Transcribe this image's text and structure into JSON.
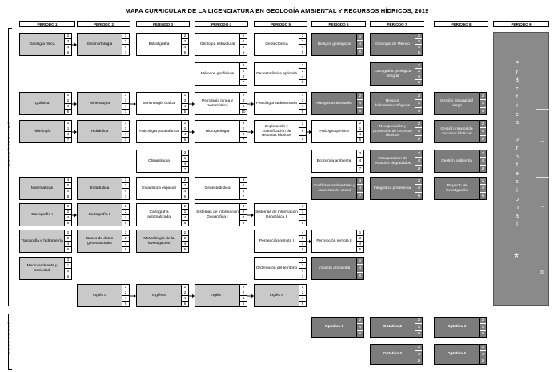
{
  "title": "MAPA CURRICULAR DE LA LICENCIATURA EN GEOLOGÍA AMBIENTAL Y RECURSOS HÍDRICOS, 2019",
  "periods": [
    "PERIODO 1",
    "PERIODO 2",
    "PERIODO 3",
    "PERIODO 4",
    "PERIODO 5",
    "PERIODO 6",
    "PERIODO 7",
    "PERIODO 8",
    "PERIODO 9"
  ],
  "side_labels": {
    "obligatorias": [
      "O",
      "B",
      "L",
      "I",
      "G",
      "A",
      "T",
      "O",
      "R",
      "I",
      "A",
      "S"
    ],
    "optativas": [
      "O",
      "P",
      "T",
      "A",
      "T",
      "I",
      "V",
      "A",
      "S"
    ]
  },
  "colors": {
    "light": "#c9c9c9",
    "dark": "#7c7c7c",
    "white": "#ffffff"
  },
  "courses": [
    {
      "p": 1,
      "r": 1,
      "name": "Geología física",
      "nums": [
        "2",
        "3",
        "4",
        "6"
      ],
      "style": "g"
    },
    {
      "p": 2,
      "r": 1,
      "name": "Geomorfología",
      "nums": [
        "3",
        "2",
        "4",
        "7"
      ],
      "style": "g"
    },
    {
      "p": 3,
      "r": 1,
      "name": "Estratigrafía",
      "nums": [
        "2",
        "2",
        "4",
        "6"
      ],
      "style": "w"
    },
    {
      "p": 4,
      "r": 1,
      "name": "Geología estructural",
      "nums": [
        "2",
        "2",
        "4",
        "6"
      ],
      "style": "w"
    },
    {
      "p": 5,
      "r": 1,
      "name": "Geotectónica",
      "nums": [
        "1",
        "3",
        "4",
        "5"
      ],
      "style": "w"
    },
    {
      "p": 6,
      "r": 1,
      "name": "Riesgos geológicos",
      "nums": [
        "2",
        "4",
        "6"
      ],
      "style": "d"
    },
    {
      "p": 7,
      "r": 1,
      "name": "Geología de México",
      "nums": [
        "1",
        "3",
        "4",
        "5"
      ],
      "style": "d"
    },
    {
      "p": 4,
      "r": 2,
      "name": "Métodos geofísicos",
      "nums": [
        "3",
        "1",
        "4",
        "7"
      ],
      "style": "w"
    },
    {
      "p": 5,
      "r": 2,
      "name": "Geoestadística aplicada",
      "nums": [
        "2",
        "2",
        "4",
        "5"
      ],
      "style": "w"
    },
    {
      "p": 7,
      "r": 2,
      "name": "Cartografía geológica integral",
      "nums": [
        "1",
        "3",
        "4",
        "5"
      ],
      "style": "d"
    },
    {
      "p": 1,
      "r": 3,
      "name": "Química",
      "nums": [
        "2",
        "2",
        "4",
        "6"
      ],
      "style": "g"
    },
    {
      "p": 2,
      "r": 3,
      "name": "Mineralogía",
      "nums": [
        "3",
        "1",
        "4",
        "7"
      ],
      "style": "g"
    },
    {
      "p": 3,
      "r": 3,
      "name": "Mineralogía óptica",
      "nums": [
        "1",
        "3",
        "4",
        "5"
      ],
      "style": "w"
    },
    {
      "p": 4,
      "r": 3,
      "name": "Petrología ígnea y metamórfica",
      "nums": [
        "2",
        "4",
        "6",
        "10"
      ],
      "style": "w"
    },
    {
      "p": 5,
      "r": 3,
      "name": "Petrología sedimentaria",
      "nums": [
        "1",
        "3",
        "4",
        "5"
      ],
      "style": "w"
    },
    {
      "p": 6,
      "r": 3,
      "name": "Riesgos ambientales",
      "nums": [
        "2",
        "4",
        "6"
      ],
      "style": "d"
    },
    {
      "p": 7,
      "r": 3,
      "name": "Riesgos hidrometeorológicos",
      "nums": [
        "2",
        "4",
        "6"
      ],
      "style": "d"
    },
    {
      "p": 8,
      "r": 3,
      "name": "Gestión integral del riesgo",
      "nums": [
        "2",
        "4",
        "6"
      ],
      "style": "d"
    },
    {
      "p": 1,
      "r": 4,
      "name": "Hidrología",
      "nums": [
        "3",
        "1",
        "4",
        "7"
      ],
      "style": "g"
    },
    {
      "p": 2,
      "r": 4,
      "name": "Hidráulica",
      "nums": [
        "3",
        "1",
        "4",
        "7"
      ],
      "style": "g"
    },
    {
      "p": 3,
      "r": 4,
      "name": "Hidrología paramétrica",
      "nums": [
        "2",
        "2",
        "4",
        "6"
      ],
      "style": "w"
    },
    {
      "p": 4,
      "r": 4,
      "name": "Hidrogeología",
      "nums": [
        "3",
        "2",
        "4",
        "7"
      ],
      "style": "w"
    },
    {
      "p": 5,
      "r": 4,
      "name": "Exploración y cuantificación de recursos hídricos",
      "nums": [
        "3",
        "6",
        "9"
      ],
      "style": "w"
    },
    {
      "p": 6,
      "r": 4,
      "name": "Hidrogeoquímica",
      "nums": [
        "2",
        "1",
        "4",
        "5"
      ],
      "style": "w"
    },
    {
      "p": 7,
      "r": 4,
      "name": "Recuperación y protección de recursos hídricos",
      "nums": [
        "2",
        "4",
        "6"
      ],
      "style": "d"
    },
    {
      "p": 8,
      "r": 4,
      "name": "Gestión integral de recursos hídricos",
      "nums": [
        "2",
        "4",
        "6"
      ],
      "style": "d"
    },
    {
      "p": 3,
      "r": 5,
      "name": "Climatología",
      "nums": [
        "3",
        "1",
        "4",
        "7"
      ],
      "style": "w"
    },
    {
      "p": 6,
      "r": 5,
      "name": "Economía ambiental",
      "nums": [
        "3",
        "4",
        "7"
      ],
      "style": "w"
    },
    {
      "p": 7,
      "r": 5,
      "name": "Recuperación de espacios degradados",
      "nums": [
        "2",
        "4",
        "6"
      ],
      "style": "d"
    },
    {
      "p": 8,
      "r": 5,
      "name": "Gestión ambiental",
      "nums": [
        "2",
        "4",
        "6"
      ],
      "style": "d"
    },
    {
      "p": 1,
      "r": 6,
      "name": "Matemáticas",
      "nums": [
        "4",
        "0",
        "4",
        "8"
      ],
      "style": "g"
    },
    {
      "p": 2,
      "r": 6,
      "name": "Estadística",
      "nums": [
        "3",
        "1",
        "4",
        "7"
      ],
      "style": "g"
    },
    {
      "p": 3,
      "r": 6,
      "name": "Estadística espacial",
      "nums": [
        "2",
        "2",
        "4",
        "6"
      ],
      "style": "w"
    },
    {
      "p": 4,
      "r": 6,
      "name": "Geoestadística",
      "nums": [
        "3",
        "2",
        "4",
        "7"
      ],
      "style": "w"
    },
    {
      "p": 6,
      "r": 6,
      "name": "Conflictos ambientales y concertación social",
      "nums": [
        "3",
        "4",
        "7"
      ],
      "style": "d"
    },
    {
      "p": 7,
      "r": 6,
      "name": "Integrativa profesional",
      "nums": [
        "2",
        "4",
        "6"
      ],
      "style": "d"
    },
    {
      "p": 8,
      "r": 6,
      "name": "Proyecto de investigación",
      "nums": [
        "1",
        "4",
        "6"
      ],
      "style": "d"
    },
    {
      "p": 1,
      "r": 7,
      "name": "Cartografía I",
      "nums": [
        "2",
        "2",
        "4",
        "6"
      ],
      "style": "g"
    },
    {
      "p": 2,
      "r": 7,
      "name": "Cartografía II",
      "nums": [
        "2",
        "2",
        "4",
        "6"
      ],
      "style": "g"
    },
    {
      "p": 3,
      "r": 7,
      "name": "Cartografía automatizada",
      "nums": [
        "2",
        "2",
        "4",
        "6"
      ],
      "style": "w"
    },
    {
      "p": 4,
      "r": 7,
      "name": "Sistemas de Información Geográfica I",
      "nums": [
        "4",
        "0",
        "4",
        "8"
      ],
      "style": "w"
    },
    {
      "p": 5,
      "r": 7,
      "name": "Sistemas de Información Geográfica II",
      "nums": [
        "1",
        "3",
        "4",
        "5"
      ],
      "style": "w"
    },
    {
      "p": 1,
      "r": 8,
      "name": "Topografía e hidrometría",
      "nums": [
        "2",
        "2",
        "4",
        "6"
      ],
      "style": "g"
    },
    {
      "p": 2,
      "r": 8,
      "name": "Bases de datos geoespaciales",
      "nums": [
        "2",
        "2",
        "4",
        "6"
      ],
      "style": "g"
    },
    {
      "p": 3,
      "r": 8,
      "name": "Metodología de la investigación",
      "nums": [
        "2",
        "2",
        "4",
        "6"
      ],
      "style": "g"
    },
    {
      "p": 5,
      "r": 8,
      "name": "Percepción remota I",
      "nums": [
        "4",
        "0",
        "4",
        "8"
      ],
      "style": "w"
    },
    {
      "p": 6,
      "r": 8,
      "name": "Percepción remota II",
      "nums": [
        "1",
        "3",
        "4",
        "5"
      ],
      "style": "w"
    },
    {
      "p": 1,
      "r": 9,
      "name": "Medio ambiente y sociedad",
      "nums": [
        "3",
        "1",
        "4",
        "6"
      ],
      "style": "g"
    },
    {
      "p": 5,
      "r": 9,
      "name": "Ordenación del territorio",
      "nums": [
        "3",
        "1",
        "4",
        "7"
      ],
      "style": "w"
    },
    {
      "p": 6,
      "r": 9,
      "name": "Impacto ambiental",
      "nums": [
        "2",
        "4",
        "6"
      ],
      "style": "d"
    },
    {
      "p": 2,
      "r": 10,
      "name": "Inglés 5",
      "nums": [
        "2",
        "2",
        "4",
        "6"
      ],
      "style": "g"
    },
    {
      "p": 3,
      "r": 10,
      "name": "Inglés 6",
      "nums": [
        "2",
        "2",
        "4",
        "6"
      ],
      "style": "g"
    },
    {
      "p": 4,
      "r": 10,
      "name": "Inglés 7",
      "nums": [
        "2",
        "2",
        "4",
        "6"
      ],
      "style": "g"
    },
    {
      "p": 5,
      "r": 10,
      "name": "Inglés 8",
      "nums": [
        "2",
        "2",
        "4",
        "6"
      ],
      "style": "g"
    }
  ],
  "optativas": [
    {
      "p": 6,
      "r": 1,
      "name": "Optativa 1",
      "nums": [
        "2",
        "4",
        "6"
      ]
    },
    {
      "p": 7,
      "r": 1,
      "name": "Optativa 2",
      "nums": [
        "2",
        "4",
        "6"
      ]
    },
    {
      "p": 8,
      "r": 1,
      "name": "Optativa 4",
      "nums": [
        "2",
        "4",
        "6"
      ]
    },
    {
      "p": 7,
      "r": 2,
      "name": "Optativa 3",
      "nums": [
        "2",
        "4",
        "6"
      ]
    },
    {
      "p": 8,
      "r": 2,
      "name": "Optativa 5",
      "nums": [
        "2",
        "4",
        "6"
      ]
    }
  ],
  "arrows": [
    {
      "p": 1,
      "r": 1
    },
    {
      "p": 1,
      "r": 3
    },
    {
      "p": 2,
      "r": 3
    },
    {
      "p": 3,
      "r": 3
    },
    {
      "p": 4,
      "r": 3
    },
    {
      "p": 1,
      "r": 4
    },
    {
      "p": 3,
      "r": 4
    },
    {
      "p": 4,
      "r": 4
    },
    {
      "p": 5,
      "r": 4
    },
    {
      "p": 1,
      "r": 7
    },
    {
      "p": 4,
      "r": 7
    },
    {
      "p": 5,
      "r": 8
    },
    {
      "p": 2,
      "r": 10
    },
    {
      "p": 3,
      "r": 10
    },
    {
      "p": 4,
      "r": 10
    }
  ],
  "practica": {
    "letters": [
      "P",
      "r",
      "á",
      "c",
      "t",
      "i",
      "c",
      "a",
      "",
      "p",
      "r",
      "o",
      "f",
      "e",
      "s",
      "i",
      "o",
      "n",
      "a",
      "l"
    ],
    "star": "*",
    "double_star": "**",
    "credits": "30"
  }
}
